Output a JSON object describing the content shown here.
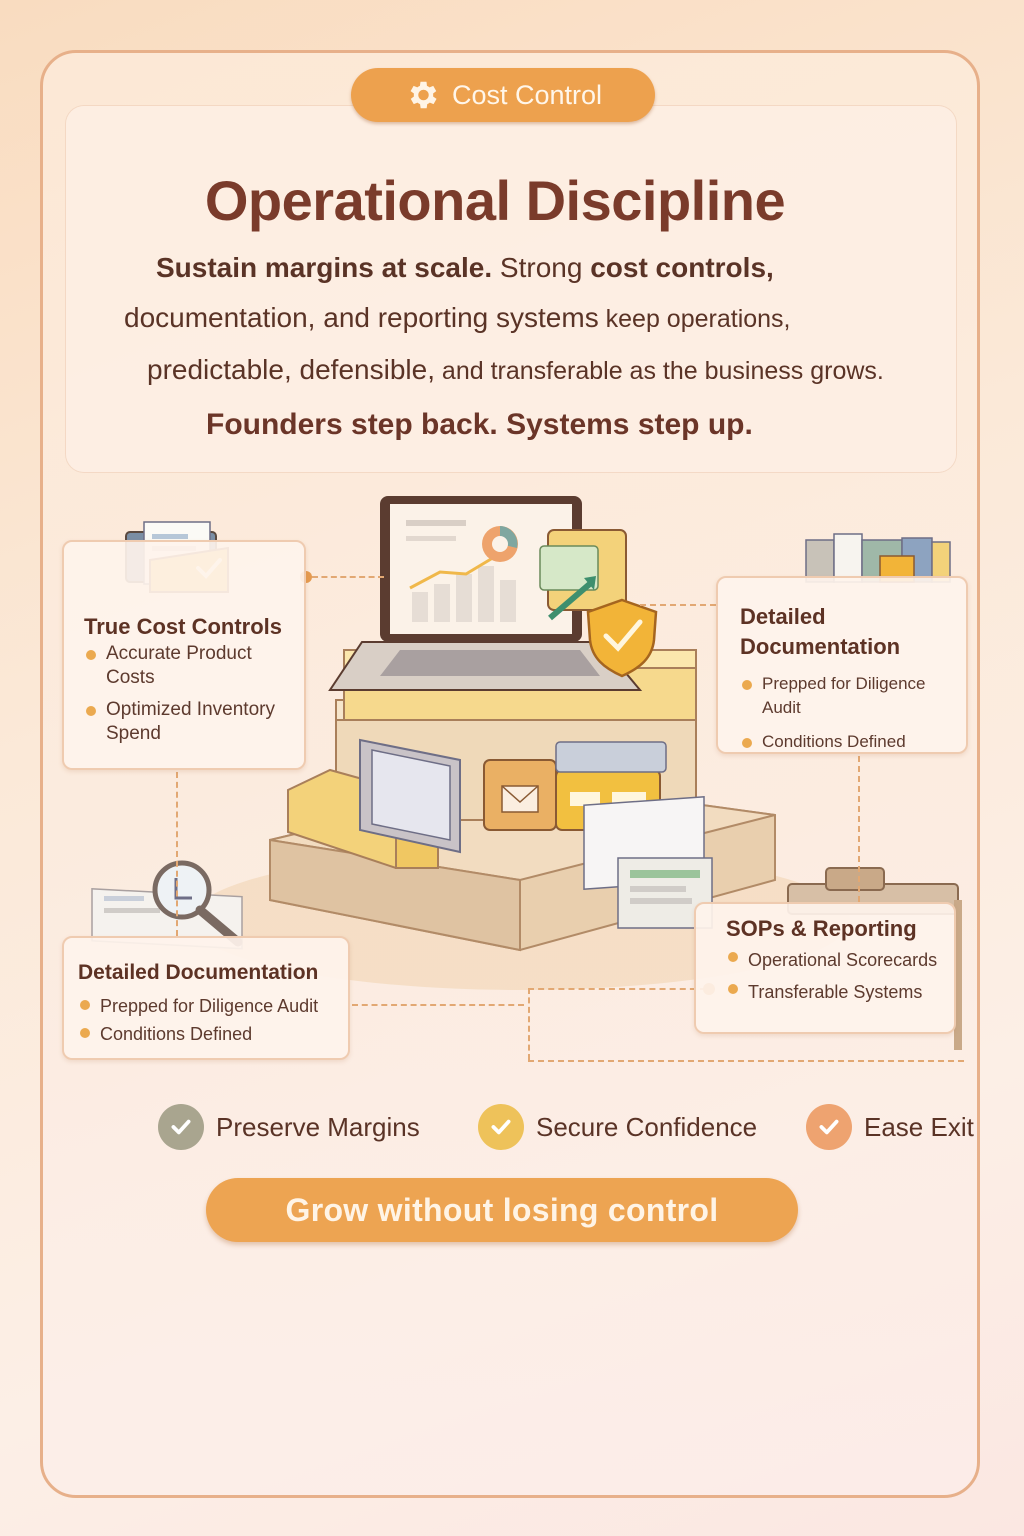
{
  "badge": {
    "label": "Cost Control",
    "icon": "gear-icon"
  },
  "title": "Operational Discipline",
  "intro": {
    "l1_bold": "Sustain margins at scale.",
    "l1_rest": " Strong ",
    "l1_bold2": "cost controls,",
    "l2_a": "documentation, and reporting systems",
    "l2_b": " keep operations,",
    "l3_a": "predictable, defensible,",
    "l3_b": " and transferable as the business grows."
  },
  "tagline": "Founders step back. Systems step up.",
  "cards": {
    "cost_controls": {
      "title": "True Cost Controls",
      "items": [
        "Accurate Product Costs",
        "Optimized Inventory Spend"
      ]
    },
    "documentation_right": {
      "title": "Detailed Documentation",
      "items": [
        "Prepped for Diligence Audit",
        "Conditions Defined"
      ]
    },
    "documentation_left": {
      "title": "Detailed Documentation",
      "items": [
        "Prepped for Diligence Audit",
        "Conditions Defined"
      ]
    },
    "sops": {
      "title": "SOPs & Reporting",
      "items": [
        "Operational Scorecards",
        "Transferable Systems"
      ]
    }
  },
  "benefits": [
    {
      "label": "Preserve Margins",
      "color": "#a9a58f"
    },
    {
      "label": "Secure Confidence",
      "color": "#eec25a"
    },
    {
      "label": "Ease Exit",
      "color": "#eea370"
    }
  ],
  "cta": "Grow without losing control",
  "colors": {
    "accent": "#eda14e",
    "title": "#7a3b2b",
    "border": "#e7b08a"
  }
}
